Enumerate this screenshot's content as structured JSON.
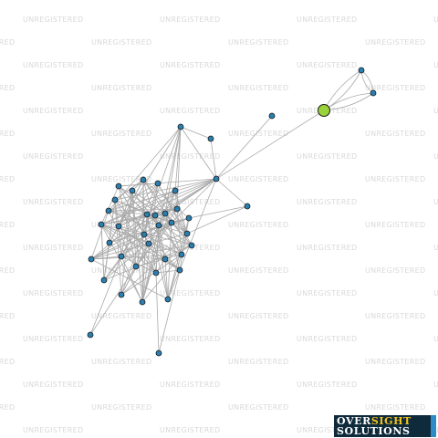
{
  "watermark": {
    "text": "UNREGISTERED"
  },
  "logo": {
    "line1_a": "OVER",
    "line1_b": "SIGHT",
    "line2": "SOLUTIONS"
  },
  "colors": {
    "node": "#2a7fb0",
    "hub": "#9ad23a",
    "edge": "#a9a9a9"
  }
}
